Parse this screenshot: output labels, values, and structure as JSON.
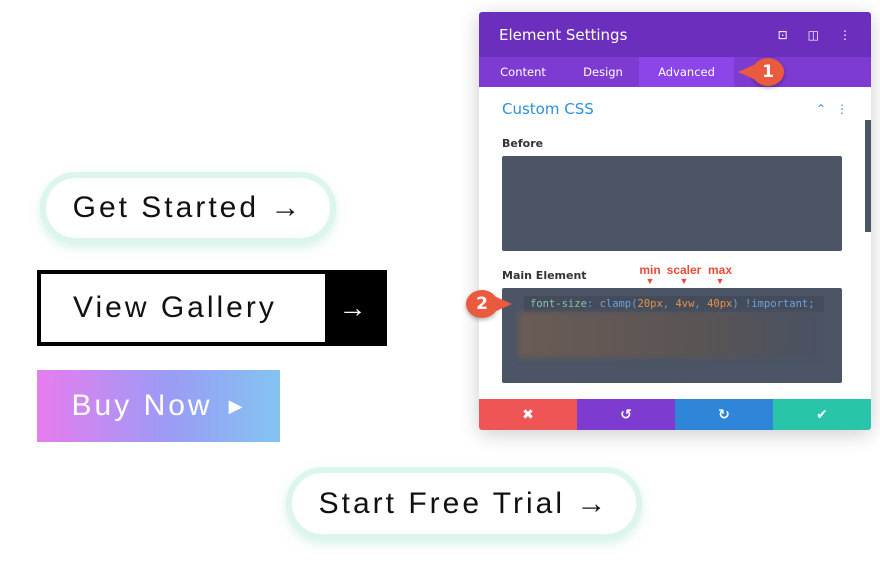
{
  "buttons": {
    "get_started": "Get Started",
    "get_started_icon": "→",
    "view_gallery": "View Gallery",
    "view_gallery_icon": "→",
    "buy_now": "Buy Now",
    "buy_now_icon": "▶",
    "start_trial": "Start Free Trial",
    "start_trial_icon": "→"
  },
  "panel": {
    "title": "Element Settings",
    "tabs": [
      "Content",
      "Design",
      "Advanced"
    ],
    "active_tab": "Advanced",
    "section": "Custom CSS",
    "before_label": "Before",
    "main_label": "Main Element",
    "code": {
      "prop": "font-size",
      "func": "clamp(",
      "min": "20px",
      "scaler": "4vw",
      "max": "40px",
      "rest": ") !important;"
    }
  },
  "annotations": {
    "badge1": "1",
    "badge2": "2",
    "min": "min",
    "scaler": "scaler",
    "max": "max"
  },
  "colors": {
    "header": "#6b2ebd",
    "cancel": "#ef5555",
    "undo": "#7d3bcf",
    "redo": "#2f86d9",
    "save": "#29c4a9"
  }
}
